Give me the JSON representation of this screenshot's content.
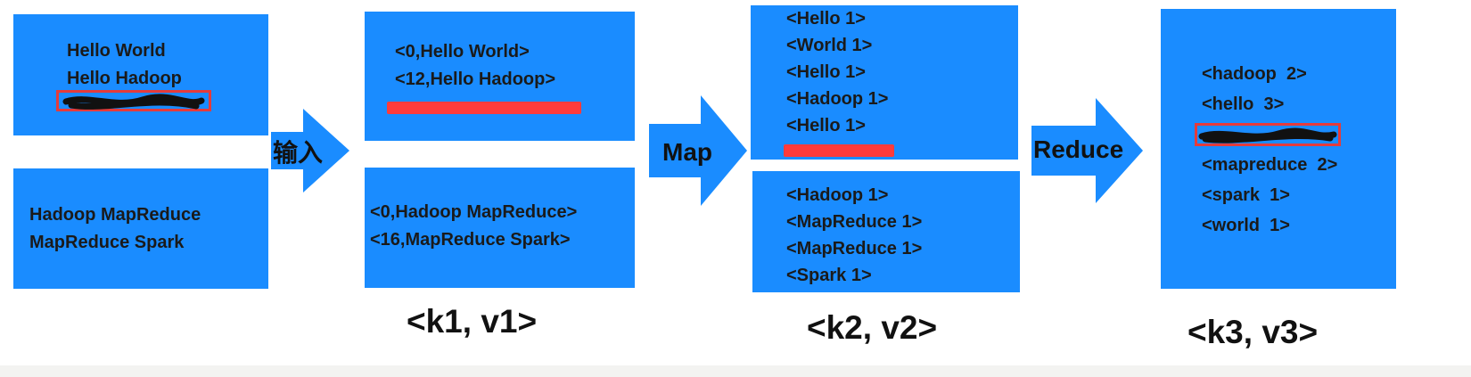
{
  "input_boxes": [
    {
      "lines": [
        "Hello World",
        "Hello Hadoop"
      ]
    },
    {
      "lines": [
        "Hadoop MapReduce",
        "MapReduce Spark"
      ]
    }
  ],
  "stage1_boxes": [
    {
      "lines": [
        "<0,Hello World>",
        "<12,Hello Hadoop>"
      ]
    },
    {
      "lines": [
        "<0,Hadoop MapReduce>",
        "<16,MapReduce Spark>"
      ]
    }
  ],
  "stage2_boxes": [
    {
      "lines": [
        "<Hello 1>",
        "<World 1>",
        "<Hello 1>",
        "<Hadoop 1>",
        "<Hello 1>"
      ]
    },
    {
      "lines": [
        "<Hadoop 1>",
        "<MapReduce 1>",
        "<MapReduce 1>",
        "<Spark 1>"
      ]
    }
  ],
  "stage3_box": {
    "lines_top": [
      "<hadoop  2>",
      "<hello  3>"
    ],
    "lines_bottom": [
      "<mapreduce  2>",
      "<spark  1>",
      "<world  1>"
    ]
  },
  "arrows": {
    "input": "输入",
    "map": "Map",
    "reduce": "Reduce"
  },
  "stage_labels": {
    "k1": "<k1, v1>",
    "k2": "<k2, v2>",
    "k3": "<k3, v3>"
  },
  "colors": {
    "box": "#1a8cff",
    "redaction": "#e53b3b"
  }
}
